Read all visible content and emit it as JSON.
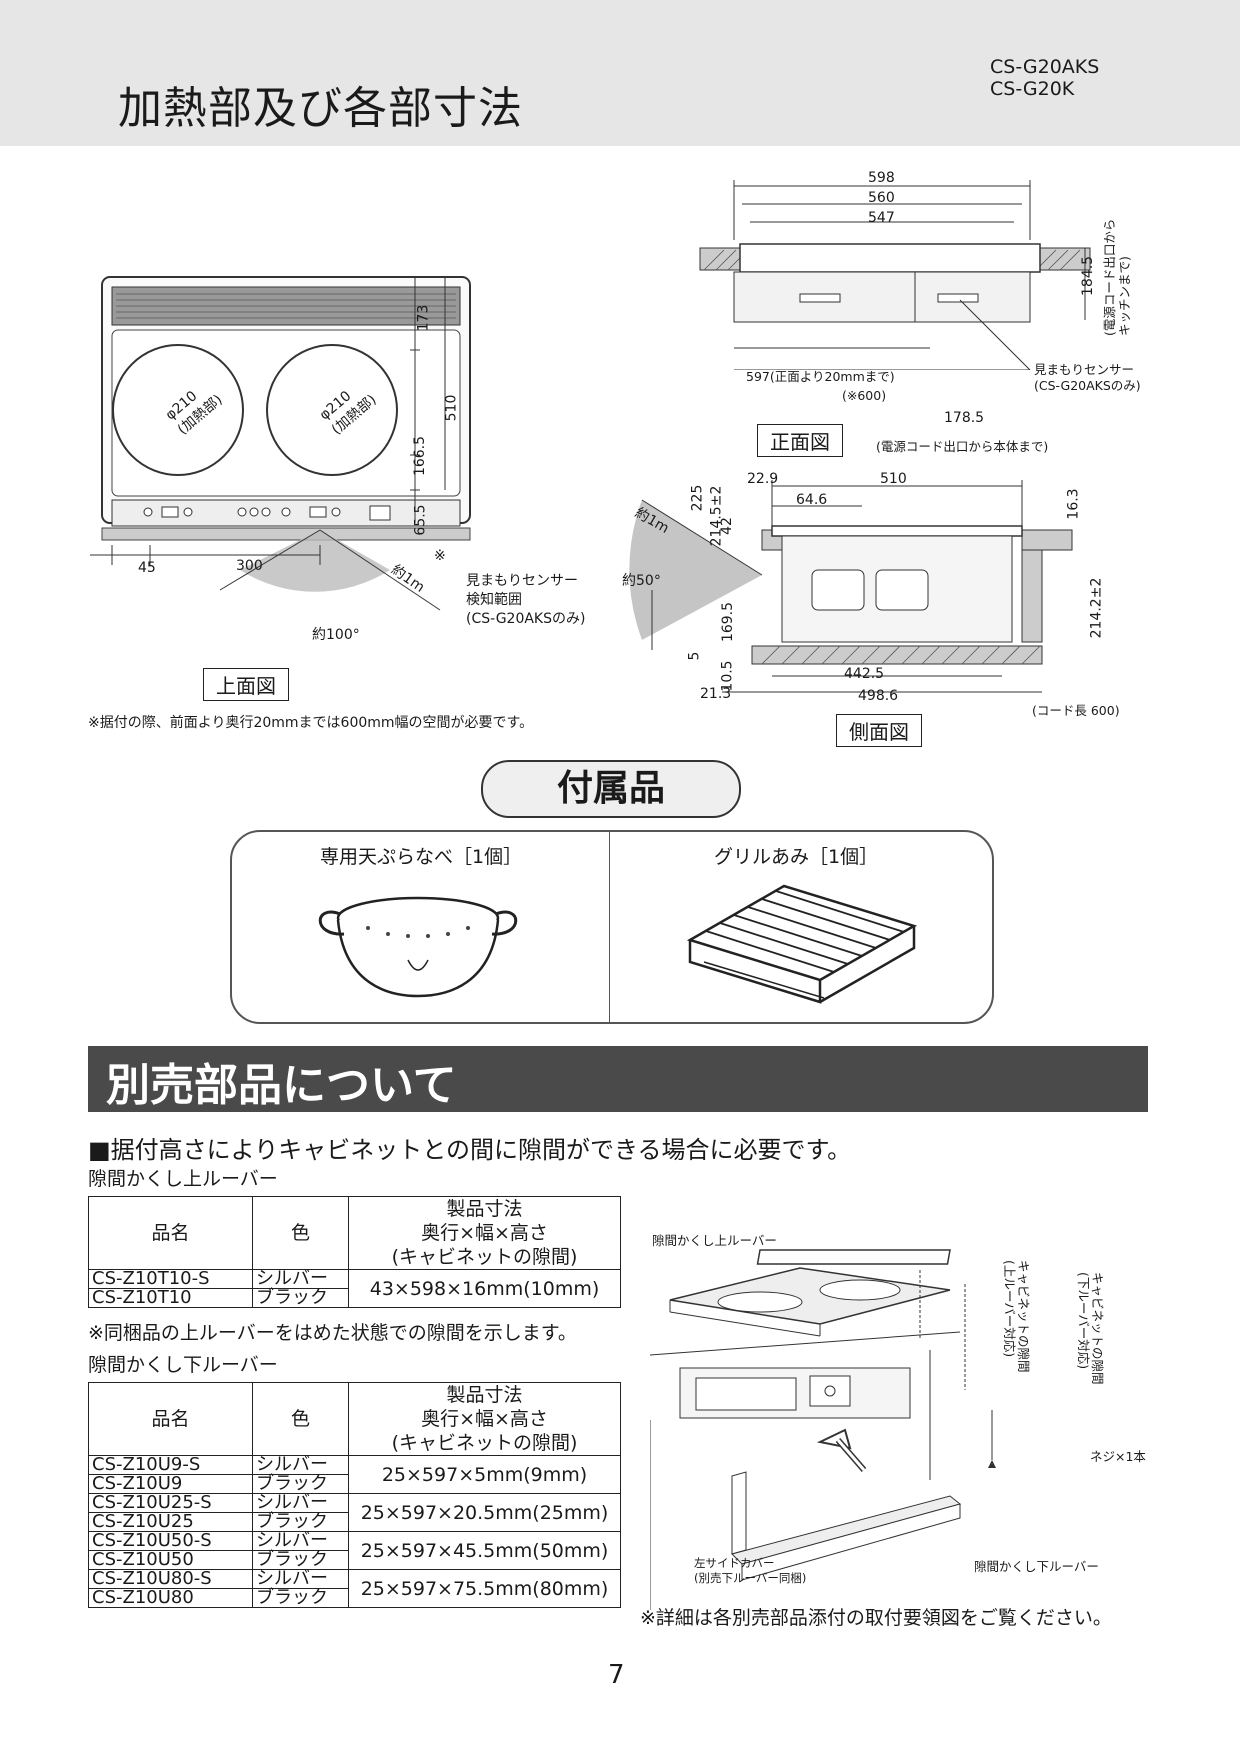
{
  "header": {
    "title": "加熱部及び各部寸法",
    "models": [
      "CS-G20AKS",
      "CS-G20K"
    ]
  },
  "top_view": {
    "view_label": "上面図",
    "burner_left": [
      "φ210",
      "(加熱部)"
    ],
    "burner_right": [
      "φ210",
      "(加熱部)"
    ],
    "dims": {
      "d173": "173",
      "d510": "510",
      "d1665": "166.5",
      "d655": "65.5",
      "d45": "45",
      "d300": "300",
      "approx1m": "約1m",
      "approx100": "約100°",
      "asterisk": "※"
    },
    "sensor_label": [
      "見まもりセンサー",
      "検知範囲",
      "(CS-G20AKSのみ)"
    ]
  },
  "front_view": {
    "view_label": "正面図",
    "dims": {
      "d598": "598",
      "d560": "560",
      "d547": "547",
      "d1845": "184.5",
      "d597": "597(正面より20mmまで)",
      "d600": "(※600)",
      "d1785": "178.5"
    },
    "cord_right": [
      "(電源コード出口から",
      "キッチンまで)"
    ],
    "sensor_label": [
      "見まもりセンサー",
      "(CS-G20AKSのみ)"
    ],
    "cord_note": "(電源コード出口から本体まで)"
  },
  "side_view": {
    "view_label": "側面図",
    "dims": {
      "d225": "225",
      "d2145": "214.5±2",
      "d229": "22.9",
      "d510": "510",
      "d163": "16.3",
      "d646": "64.6",
      "d42": "42",
      "approx1m": "約1m",
      "approx50": "約50°",
      "d1695": "169.5",
      "d5": "5",
      "d105": "10.5",
      "d2142": "214.2±2",
      "d4425": "442.5",
      "d213": "21.3",
      "d4986": "498.6"
    },
    "cord_length": "(コード長 600)"
  },
  "footnote_install": "※据付の際、前面より奥行20mmまでは600mm幅の空間が必要です。",
  "accessories": {
    "title": "付属品",
    "items": [
      {
        "label": "専用天ぷらなべ［1個］",
        "icon": "tempura-pot-icon"
      },
      {
        "label": "グリルあみ［1個］",
        "icon": "grill-rack-icon"
      }
    ]
  },
  "optional_parts": {
    "title": "別売部品について",
    "subheading": "■据付高さによりキャビネットとの間に隙間ができる場合に必要です。",
    "upper_louver": {
      "label": "隙間かくし上ルーバー",
      "headers": {
        "name": "品名",
        "color": "色",
        "size": [
          "製品寸法",
          "奥行×幅×高さ",
          "(キャビネットの隙間)"
        ]
      },
      "rows": [
        {
          "codes": [
            "CS-Z10T10-S",
            "CS-Z10T10"
          ],
          "colors": [
            "シルバー",
            "ブラック"
          ],
          "size": "43×598×16mm(10mm)"
        }
      ],
      "note": "※同梱品の上ルーバーをはめた状態での隙間を示します。"
    },
    "lower_louver": {
      "label": "隙間かくし下ルーバー",
      "headers": {
        "name": "品名",
        "color": "色",
        "size": [
          "製品寸法",
          "奥行×幅×高さ",
          "(キャビネットの隙間)"
        ]
      },
      "rows": [
        {
          "codes": [
            "CS-Z10U9-S",
            "CS-Z10U9"
          ],
          "colors": [
            "シルバー",
            "ブラック"
          ],
          "size": "25×597×5mm(9mm)"
        },
        {
          "codes": [
            "CS-Z10U25-S",
            "CS-Z10U25"
          ],
          "colors": [
            "シルバー",
            "ブラック"
          ],
          "size": "25×597×20.5mm(25mm)"
        },
        {
          "codes": [
            "CS-Z10U50-S",
            "CS-Z10U50"
          ],
          "colors": [
            "シルバー",
            "ブラック"
          ],
          "size": "25×597×45.5mm(50mm)"
        },
        {
          "codes": [
            "CS-Z10U80-S",
            "CS-Z10U80"
          ],
          "colors": [
            "シルバー",
            "ブラック"
          ],
          "size": "25×597×75.5mm(80mm)"
        }
      ]
    },
    "illustration": {
      "upper_louver_label": "隙間かくし上ルーバー",
      "gap_upper": [
        "キャビネットの隙間",
        "(上ルーバー対応)"
      ],
      "gap_lower": [
        "キャビネットの隙間",
        "(下ルーバー対応)"
      ],
      "screw": "ネジ×1本",
      "side_cover": [
        "左サイドカバー",
        "(別売下ルーバー同梱)"
      ],
      "lower_louver_label": "隙間かくし下ルーバー"
    },
    "detail_note": "※詳細は各別売部品添付の取付要領図をご覧ください。"
  },
  "page_number": "7"
}
